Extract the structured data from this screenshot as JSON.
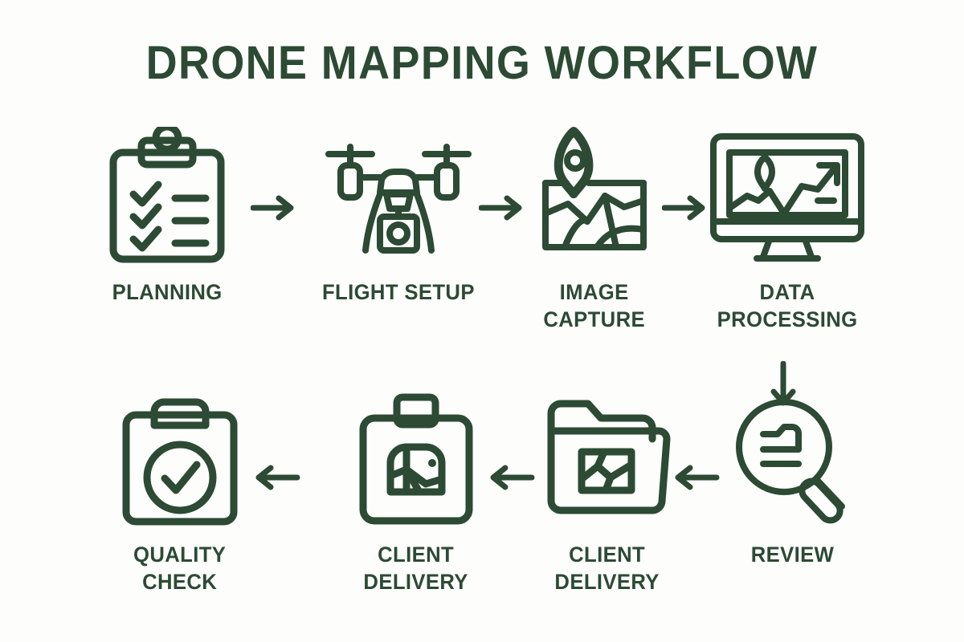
{
  "page": {
    "title": "DRONE MAPPING WORKFLOW",
    "background_color": "#FDFDFB",
    "accent_color": "#2C4A34"
  },
  "workflow": {
    "top_row": [
      {
        "id": "planning",
        "label": "PLANNING",
        "icon": "clipboard-checklist-icon"
      },
      {
        "id": "flight-setup",
        "label": "FLIGHT SETUP",
        "icon": "drone-quadcopter-icon"
      },
      {
        "id": "image-capture",
        "label": "IMAGE\nCAPTURE",
        "icon": "map-photo-pin-icon"
      },
      {
        "id": "data-processing",
        "label": "DATA\nPROCESSING",
        "icon": "desktop-monitor-chart-icon"
      }
    ],
    "bottom_row": [
      {
        "id": "quality-check",
        "label": "QUALITY\nCHECK",
        "icon": "clipboard-check-circle-icon"
      },
      {
        "id": "client-delivery-2",
        "label": "CLIENT\nDELIVERY",
        "icon": "clipboard-map-package-icon"
      },
      {
        "id": "client-delivery-1",
        "label": "CLIENT\nDELIVERY",
        "icon": "folder-map-icon"
      },
      {
        "id": "review",
        "label": "REVIEW",
        "icon": "magnifier-document-icon"
      }
    ],
    "connectors": [
      {
        "id": "arrow-1",
        "direction": "right",
        "from": "planning",
        "to": "flight-setup"
      },
      {
        "id": "arrow-2",
        "direction": "right",
        "from": "flight-setup",
        "to": "image-capture"
      },
      {
        "id": "arrow-3",
        "direction": "right",
        "from": "image-capture",
        "to": "data-processing"
      },
      {
        "id": "arrow-down",
        "direction": "down",
        "from": "data-processing",
        "to": "review"
      },
      {
        "id": "arrow-4",
        "direction": "left",
        "from": "review",
        "to": "client-delivery-1"
      },
      {
        "id": "arrow-5",
        "direction": "left",
        "from": "client-delivery-1",
        "to": "client-delivery-2"
      },
      {
        "id": "arrow-6",
        "direction": "left",
        "from": "client-delivery-2",
        "to": "quality-check"
      }
    ]
  }
}
